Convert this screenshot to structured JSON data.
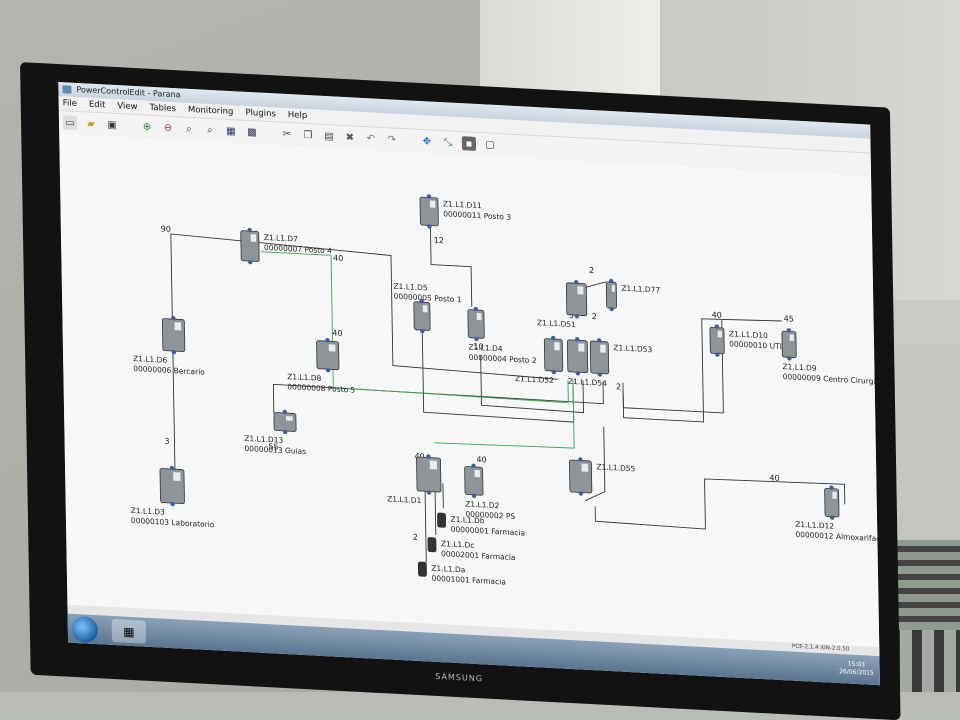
{
  "window": {
    "title": "PowerControlEdit - Parana"
  },
  "menu": [
    "File",
    "Edit",
    "View",
    "Tables",
    "Monitoring",
    "Plugins",
    "Help"
  ],
  "toolbar_icons": [
    "new-icon",
    "open-icon",
    "save-icon",
    "zoom-in-icon",
    "zoom-out-icon",
    "zoom-fit-icon",
    "zoom-select-icon",
    "grid-icon",
    "grid-dense-icon",
    "cut-icon",
    "copy-icon",
    "paste-icon",
    "delete-icon",
    "undo-icon",
    "redo-icon",
    "move-icon",
    "connect-icon",
    "select-icon",
    "window-icon"
  ],
  "status": {
    "version": "PCE-2.1.4  XIN-2.0.50"
  },
  "taskbar": {
    "time": "15:03",
    "date": "26/06/2015"
  },
  "bezel": {
    "brand": "SAMSUNG"
  },
  "devices": [
    {
      "id": "Z1.L1.D11",
      "serial": "00000011",
      "name": "Posto 3"
    },
    {
      "id": "Z1.L1.D7",
      "serial": "00000007",
      "name": "Posto 4"
    },
    {
      "id": "Z1.L1.D5",
      "serial": "00000005",
      "name": "Posto 1"
    },
    {
      "id": "Z1.L1.D51",
      "serial": "",
      "name": ""
    },
    {
      "id": "Z1.L1.D77",
      "serial": "",
      "name": ""
    },
    {
      "id": "Z1.L1.D6",
      "serial": "00000006",
      "name": "Bercario"
    },
    {
      "id": "Z1.L1.D8",
      "serial": "00000008",
      "name": "Posto 5"
    },
    {
      "id": "Z1.L1.D4",
      "serial": "00000004",
      "name": "Posto 2"
    },
    {
      "id": "Z1.L1.D52",
      "serial": "",
      "name": ""
    },
    {
      "id": "Z1.L1.D53",
      "serial": "",
      "name": ""
    },
    {
      "id": "Z1.L1.D54",
      "serial": "",
      "name": ""
    },
    {
      "id": "Z1.L1.D10",
      "serial": "00000010",
      "name": "UTI"
    },
    {
      "id": "Z1.L1.D9",
      "serial": "00000009",
      "name": "Centro Cirurgico"
    },
    {
      "id": "Z1.L1.D3",
      "serial": "00000103",
      "name": "Laboratorio"
    },
    {
      "id": "Z1.L1.D13",
      "serial": "00000013",
      "name": "Guias"
    },
    {
      "id": "Z1.L1.D1",
      "serial": "",
      "name": ""
    },
    {
      "id": "Z1.L1.D2",
      "serial": "00000002",
      "name": "PS"
    },
    {
      "id": "Z1.L1.D55",
      "serial": "",
      "name": ""
    },
    {
      "id": "Z1.L1.D12",
      "serial": "00000012",
      "name": "Almoxarifado"
    },
    {
      "id": "Z1.L1.Db",
      "serial": "00000001",
      "name": "Farmacia"
    },
    {
      "id": "Z1.L1.Dc",
      "serial": "00002001",
      "name": "Farmacia"
    },
    {
      "id": "Z1.L1.Da",
      "serial": "00001001",
      "name": "Farmacia"
    }
  ],
  "wire_labels": [
    "12",
    "90",
    "40",
    "2",
    "5",
    "2",
    "40",
    "45",
    "40",
    "10",
    "3",
    "55",
    "40",
    "40",
    "2",
    "40",
    "2",
    "2"
  ]
}
